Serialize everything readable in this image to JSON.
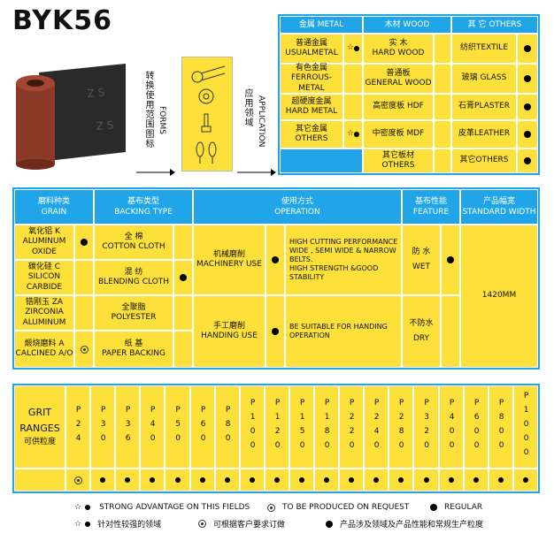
{
  "title": "BYK56",
  "forms_label_cn": "转换使用范围图标",
  "forms_label_en": "FORMS",
  "app_label_cn": "应用领域",
  "app_label_en": "APPLICATION",
  "top_headers": [
    "金属 METAL",
    "木材 WOOD",
    "其 它 OTHERS"
  ],
  "metal_rows": [
    {
      "cn": "普通金属",
      "en": "USUALMETAL"
    },
    {
      "cn": "有色金属",
      "en": "FERROUS-METAL"
    },
    {
      "cn": "超硬度金属",
      "en": "HARD METAL"
    },
    {
      "cn": "其它金属",
      "en": "OTHERS"
    }
  ],
  "wood_rows": [
    {
      "cn": "实  木",
      "en": "HARD WOOD"
    },
    {
      "cn": "普通板",
      "en": "GENERAL WOOD"
    },
    {
      "cn": "高密度板 HDF",
      "en": ""
    },
    {
      "cn": "中密度板 MDF",
      "en": ""
    },
    {
      "cn": "其它板材",
      "en": "OTHERS"
    }
  ],
  "other_rows": [
    "纺织TEXTILE",
    "玻璃 GLASS",
    "石膏PLASTER",
    "皮革LEATHER",
    "其它OTHERS"
  ],
  "mid_headers": {
    "grain": {
      "cn": "磨料种类",
      "en": "GRAIN"
    },
    "backing": {
      "cn": "基布类型",
      "en": "BACKING TYPE"
    },
    "operation": {
      "cn": "使用方式",
      "en": "OPERATION"
    },
    "feature": {
      "cn": "基布性能",
      "en": "FEATURE"
    },
    "width": {
      "cn": "产品幅宽",
      "en": "STANDARD WIDTH"
    }
  },
  "grain_rows": [
    {
      "cn": "氧化铝 K",
      "en1": "ALUMINUM",
      "en2": "OXIDE",
      "mark": "dot"
    },
    {
      "cn": "碳化硅 C",
      "en1": "SILICON",
      "en2": "CARBIDE",
      "mark": ""
    },
    {
      "cn": "锆刚玉 ZA",
      "en1": "ZIRCONIA",
      "en2": "ALUMINUM",
      "mark": ""
    },
    {
      "cn": "煅烧磨料 A",
      "en1": "CALCINED A/O",
      "en2": "",
      "mark": "ring"
    }
  ],
  "backing_rows": [
    {
      "cn": "全 棉",
      "en": "COTTON CLOTH",
      "mark": ""
    },
    {
      "cn": "混 纺",
      "en": "BLENDING CLOTH",
      "mark": "dot"
    },
    {
      "cn": "全聚脂",
      "en": "POLYESTER",
      "mark": ""
    },
    {
      "cn": "纸 基",
      "en": "PAPER BACKING",
      "mark": ""
    }
  ],
  "operation_rows": [
    {
      "cn": "机械磨削",
      "en": "MACHINERY USE",
      "mark": "dot",
      "desc": [
        "HIGH CUTTING PERFORMANCE",
        "WIDE , SEMI WIDE & NARROW",
        "BELTS.",
        "HIGH STRENGTH &GOOD",
        "STABILITY"
      ]
    },
    {
      "cn": "手工磨削",
      "en": "HANDING USE",
      "mark": "dot",
      "desc": [
        "BE SUITABLE FOR HANDING",
        "OPERATION"
      ]
    }
  ],
  "feature_rows": [
    {
      "cn": "防 水",
      "en": "WET",
      "mark": "dot"
    },
    {
      "cn": "不防水",
      "en": "DRY",
      "mark": ""
    }
  ],
  "width_value": "1420MM",
  "grit_label": {
    "en1": "GRIT",
    "en2": "RANGES",
    "cn": "可供粒度"
  },
  "grits": [
    {
      "v": "P24",
      "m": "ring"
    },
    {
      "v": "P30",
      "m": "dot"
    },
    {
      "v": "P36",
      "m": "dot"
    },
    {
      "v": "P40",
      "m": "dot"
    },
    {
      "v": "P50",
      "m": "dot"
    },
    {
      "v": "P60",
      "m": "dot"
    },
    {
      "v": "P80",
      "m": "dot"
    },
    {
      "v": "P100",
      "m": "dot"
    },
    {
      "v": "P120",
      "m": "dot"
    },
    {
      "v": "P150",
      "m": "dot"
    },
    {
      "v": "P180",
      "m": "dot"
    },
    {
      "v": "P220",
      "m": "dot"
    },
    {
      "v": "P240",
      "m": "dot"
    },
    {
      "v": "P280",
      "m": "dot"
    },
    {
      "v": "P320",
      "m": "dot"
    },
    {
      "v": "P400",
      "m": "dot"
    },
    {
      "v": "P600",
      "m": "dot"
    },
    {
      "v": "P800",
      "m": "dot"
    },
    {
      "v": "P1000",
      "m": "dot"
    }
  ],
  "legend": {
    "strong_en": "STRONG ADVANTAGE ON THIS FIELDS",
    "strong_cn": "针对性较强的领域",
    "request_en": "TO BE PRODUCED ON REQUEST",
    "request_cn": "可根据客户要求订做",
    "regular_en": "REGULAR",
    "regular_cn": "产品涉及领域及产品性能和常规生产粒度"
  },
  "colors": {
    "accent_blue": "#1fa5e8",
    "yellow": "#fde03a"
  }
}
